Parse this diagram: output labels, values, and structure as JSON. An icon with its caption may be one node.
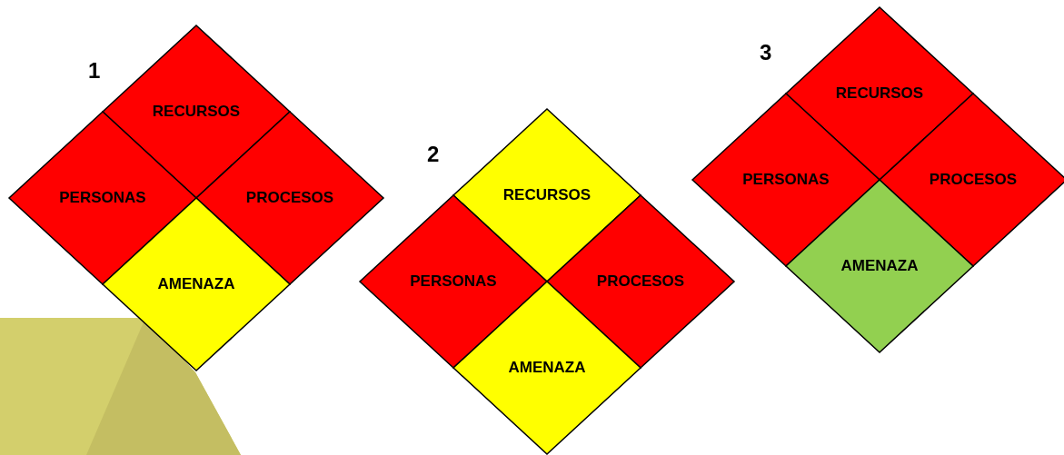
{
  "diagram": {
    "nodes": [
      {
        "text": [
          "RECURSOS"
        ]
      },
      {
        "text": [
          "PERSONAS"
        ]
      },
      {
        "text": [
          "PROCESOS"
        ]
      },
      {
        "text": [
          "AMENAZA"
        ]
      },
      {
        "text": [
          "RECURSOS"
        ]
      },
      {
        "text": [
          "PERSONAS"
        ]
      },
      {
        "text": [
          "PROCESOS"
        ]
      },
      {
        "text": [
          "AMENAZA"
        ]
      },
      {
        "text": [
          "RECURSOS"
        ]
      },
      {
        "text": [
          "PERSONAS"
        ]
      },
      {
        "text": [
          "PROCESOS"
        ]
      },
      {
        "text": [
          "AMENAZA"
        ]
      }
    ],
    "labels": [
      "1",
      "2",
      "3"
    ]
  }
}
